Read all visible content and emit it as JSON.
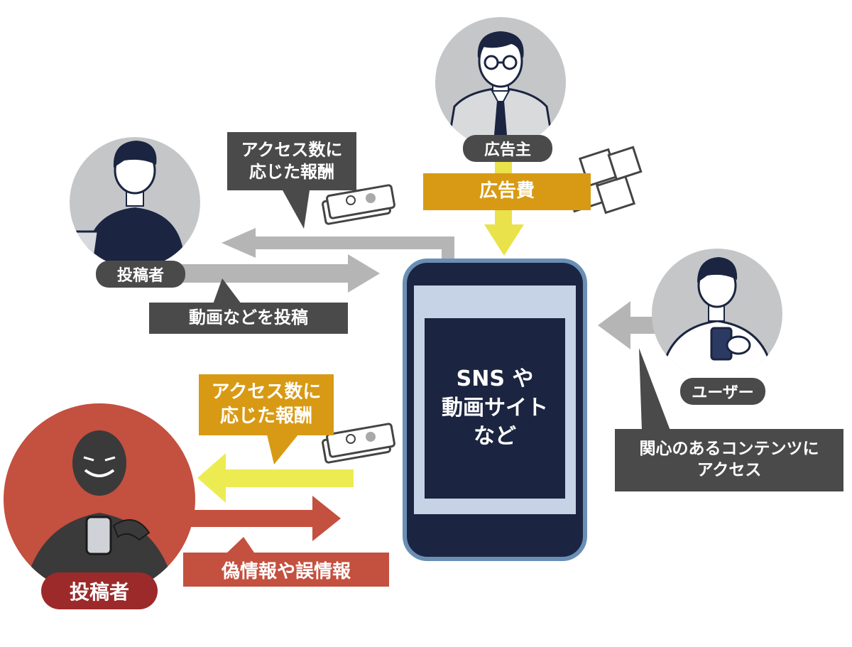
{
  "colors": {
    "dark_navy": "#1b2541",
    "gray_arrow": "#b5b5b5",
    "label_gray": "#4a4a4a",
    "gold": "#d89a14",
    "yellow_arrow": "#ecec52",
    "red": "#c4503f",
    "dark_red": "#9c2a2a",
    "phone_frame": "#6a8fb5",
    "phone_screen_bg": "#c6d3e6"
  },
  "labels": {
    "advertiser": "広告主",
    "ad_fee": "広告費",
    "poster_top": "投稿者",
    "reward_top": [
      "アクセス数に",
      "応じた報酬"
    ],
    "post_video": "動画などを投稿",
    "user": "ユーザー",
    "access_content": [
      "関心のあるコンテンツに",
      "アクセス"
    ],
    "reward_bottom": [
      "アクセス数に",
      "応じた報酬"
    ],
    "misinformation": "偽情報や誤情報",
    "poster_bottom": "投稿者"
  },
  "phone_text": [
    "SNS や",
    "動画サイト",
    "など"
  ],
  "icons": [
    "advertiser-avatar-icon",
    "poster-avatar-icon",
    "user-avatar-icon",
    "malicious-poster-avatar-icon",
    "money-stack-icon",
    "banknote-icon",
    "smartphone-icon"
  ]
}
